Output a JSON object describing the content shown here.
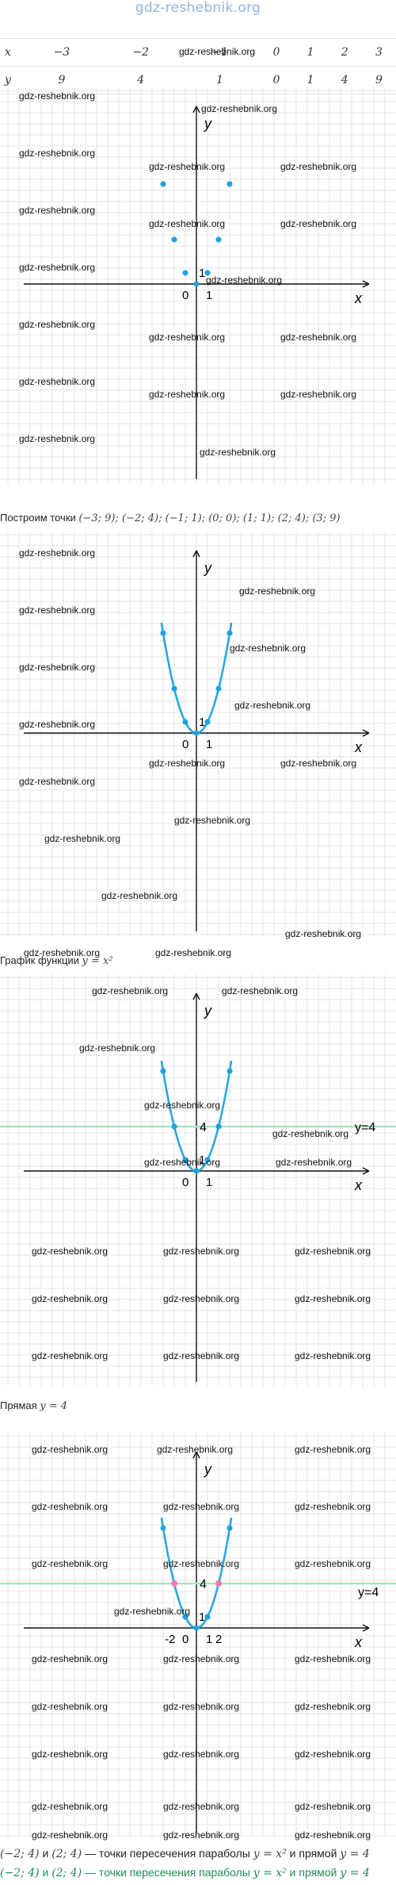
{
  "header": {
    "watermark": "gdz-reshebnik.org"
  },
  "table": {
    "rows": [
      {
        "var": "x",
        "cells": [
          "−3",
          "−2",
          "−1",
          "0",
          "1",
          "2",
          "3"
        ]
      },
      {
        "var": "y",
        "cells": [
          "9",
          "4",
          "1",
          "0",
          "1",
          "4",
          "9"
        ]
      }
    ]
  },
  "watermark": "gdz-reshebnik.org",
  "axes": {
    "x_label": "x",
    "y_label": "y",
    "origin": "0",
    "one_x": "1",
    "one_y": "1"
  },
  "chart_data": [
    {
      "type": "scatter",
      "title": "",
      "points": [
        [
          -3,
          9
        ],
        [
          -2,
          4
        ],
        [
          -1,
          1
        ],
        [
          0,
          0
        ],
        [
          1,
          1
        ],
        [
          2,
          4
        ],
        [
          3,
          9
        ]
      ]
    },
    {
      "type": "line",
      "title": "",
      "function": "y = x^2",
      "x": [
        -3,
        -2,
        -1,
        0,
        1,
        2,
        3
      ],
      "y": [
        9,
        4,
        1,
        0,
        1,
        4,
        9
      ]
    },
    {
      "type": "line",
      "title": "",
      "series": [
        {
          "name": "y = x^2",
          "x": [
            -3,
            -2,
            -1,
            0,
            1,
            2,
            3
          ],
          "y": [
            9,
            4,
            1,
            0,
            1,
            4,
            9
          ]
        },
        {
          "name": "y=4",
          "x": [
            -3.5,
            3.5
          ],
          "y": [
            4,
            4
          ]
        }
      ],
      "annotations": [
        "4",
        "y=4"
      ]
    },
    {
      "type": "line",
      "title": "",
      "series": [
        {
          "name": "y = x^2",
          "x": [
            -3,
            -2,
            -1,
            0,
            1,
            2,
            3
          ],
          "y": [
            9,
            4,
            1,
            0,
            1,
            4,
            9
          ]
        },
        {
          "name": "y=4",
          "x": [
            -3.5,
            3.5
          ],
          "y": [
            4,
            4
          ]
        }
      ],
      "intersections": [
        [
          -2,
          4
        ],
        [
          2,
          4
        ]
      ],
      "annotations": [
        "4",
        "y=4",
        "-2",
        "2"
      ]
    }
  ],
  "labels": {
    "four": "4",
    "line_label": "y=4",
    "minus_two": "-2",
    "two": "2"
  },
  "captions": {
    "c1": {
      "pre": "Построим точки ",
      "math": "(−3; 9);  (−2; 4);  (−1; 1);  (0; 0);  (1; 1);  (2; 4);  (3; 9)"
    },
    "c2": {
      "pre": "График функции ",
      "math": "y = x²"
    },
    "c3": {
      "pre": "Прямая ",
      "math": "y = 4"
    },
    "c4": {
      "a": "(−2; 4)",
      "b": " и ",
      "c": "(2; 4)",
      "d": " — точки пересечения параболы ",
      "e": "y = x²",
      "f": " и прямой ",
      "g": "y = 4"
    },
    "c5": {
      "a": "(−2; 4)",
      "b": " и ",
      "c": "(2; 4)",
      "d": " — точки пересечения параболы ",
      "e": "y = x²",
      "f": " и прямой ",
      "g": "y = 4"
    }
  },
  "colors": {
    "curve": "#2aa8dc",
    "point": "#1fa3e0",
    "line": "#a6e6c2",
    "intersection": "#f07ab4",
    "grid": "#e6e6e6"
  }
}
